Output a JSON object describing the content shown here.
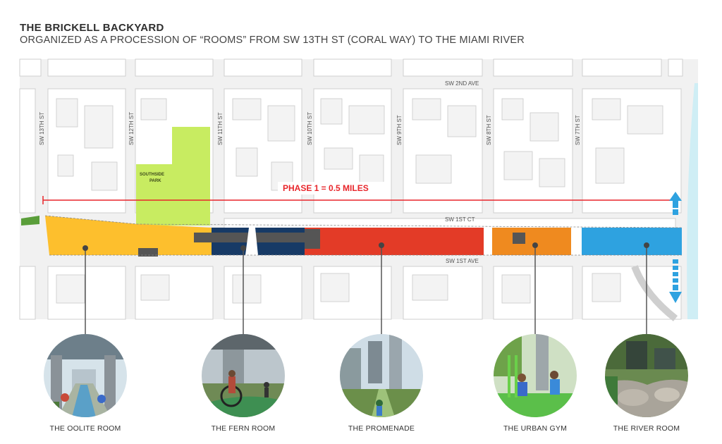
{
  "header": {
    "title": "THE BRICKELL BACKYARD",
    "subtitle": "ORGANIZED AS A PROCESSION OF “ROOMS” FROM SW 13TH ST (CORAL WAY) TO THE MIAMI RIVER"
  },
  "map": {
    "streets": {
      "sw13": "SW 13TH ST",
      "sw12": "SW 12TH ST",
      "sw11": "SW 11TH ST",
      "sw10": "SW 10TH ST",
      "sw9": "SW 9TH ST",
      "sw8": "SW 8TH ST",
      "sw7": "SW 7TH ST",
      "sw2ave": "SW 2ND AVE",
      "sw1ct": "SW 1ST CT",
      "sw1ave": "SW 1ST AVE"
    },
    "park_line1": "SOUTHSIDE",
    "park_line2": "PARK",
    "phase_label": "PHASE 1 = 0.5 MILES"
  },
  "colors": {
    "oolite": "#fdbf2d",
    "fern": "#173a66",
    "promenade": "#e33b27",
    "gym": "#ef8a1f",
    "river": "#2ea2e0",
    "park": "#c8ec61",
    "water": "#cfeef5",
    "phase": "#e8262b"
  },
  "rooms": [
    {
      "name": "THE OOLITE ROOM"
    },
    {
      "name": "THE FERN ROOM"
    },
    {
      "name": "THE PROMENADE"
    },
    {
      "name": "THE URBAN GYM"
    },
    {
      "name": "THE RIVER ROOM"
    }
  ]
}
